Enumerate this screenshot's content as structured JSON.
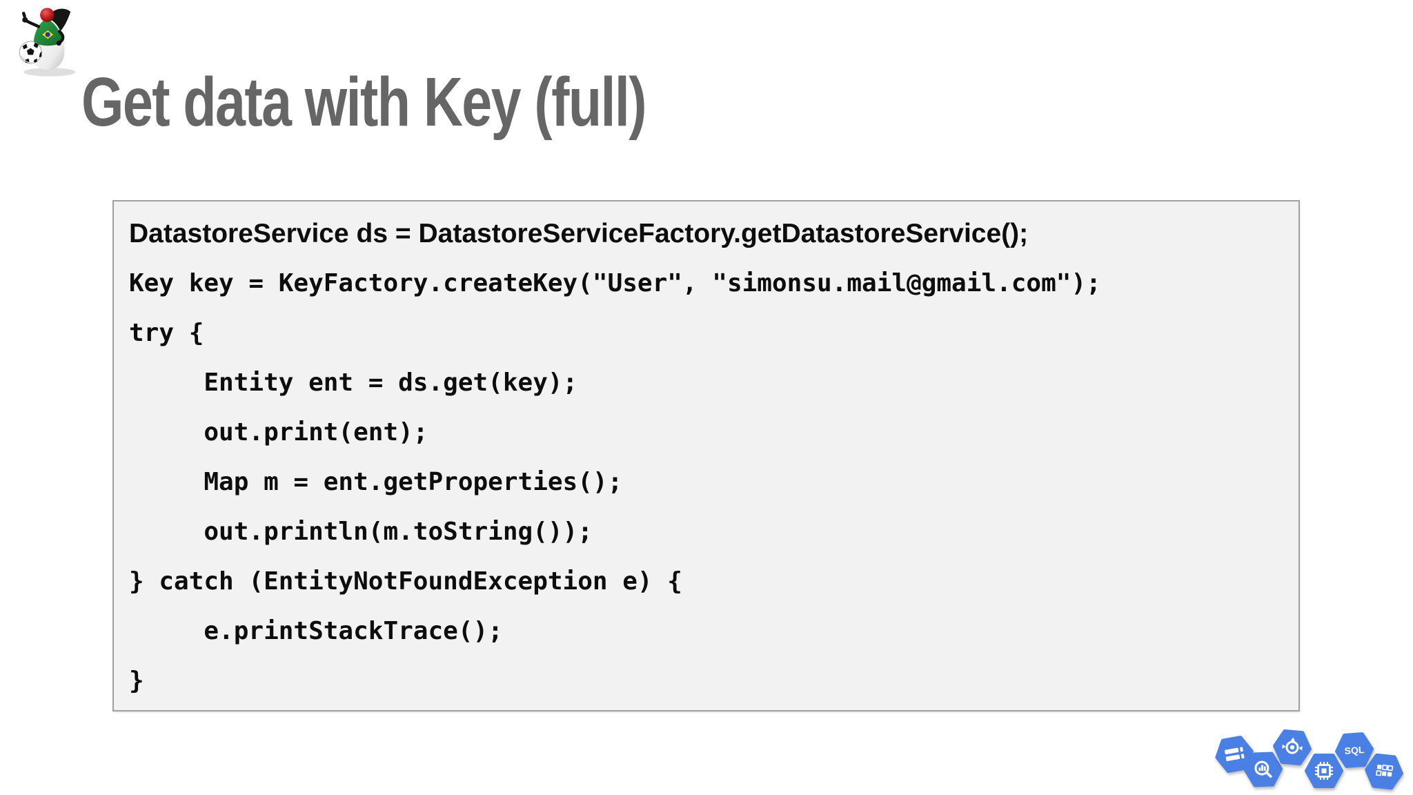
{
  "title": {
    "text": "Get data with Key (full)",
    "color": "#666666"
  },
  "logo": {
    "name": "java-duke-soccer-mascot",
    "description": "Java Duke mascot in Brazil shirt with soccer ball"
  },
  "code": {
    "background": "#f2f2f2",
    "border_color": "#a0a0a0",
    "text_color": "#0d0d0d",
    "lines": [
      "DatastoreService ds = DatastoreServiceFactory.getDatastoreService();",
      "Key key = KeyFactory.createKey(\"User\", \"simonsu.mail@gmail.com\");",
      "try {",
      "     Entity ent = ds.get(key);",
      "     out.print(ent);",
      "     Map m = ent.getProperties();",
      "     out.println(m.toString());",
      "} catch (EntityNotFoundException e) {",
      "     e.printStackTrace();",
      "}"
    ]
  },
  "footer_icons": {
    "hex_color": "#4a80e4",
    "glyph_color": "#ffffff",
    "items": [
      {
        "name": "cloud-storage"
      },
      {
        "name": "bigquery"
      },
      {
        "name": "app-engine"
      },
      {
        "name": "compute-engine"
      },
      {
        "name": "cloud-sql",
        "label": "SQL"
      },
      {
        "name": "cloud-datastore"
      }
    ]
  }
}
